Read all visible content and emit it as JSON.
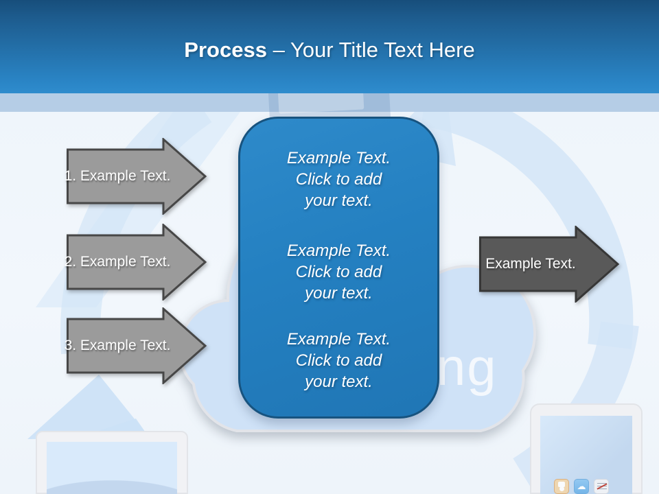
{
  "header": {
    "title_bold": "Process",
    "title_separator": "–",
    "title_rest": "Your Title Text Here"
  },
  "left_arrows": [
    {
      "label": "1. Example Text."
    },
    {
      "label": "2. Example Text."
    },
    {
      "label": "3. Example Text."
    }
  ],
  "right_arrow": {
    "label": "Example Text."
  },
  "center_box": {
    "groups": [
      {
        "lines": [
          "Example Text.",
          "Click  to add",
          "your text."
        ]
      },
      {
        "lines": [
          "Example Text.",
          "Click  to add",
          "your text."
        ]
      },
      {
        "lines": [
          "Example Text.",
          "Click  to add",
          "your text."
        ]
      }
    ]
  },
  "background": {
    "cloud_text_fragment": "ng",
    "weather_icon_glyph": "☁",
    "tablet_app_icons": [
      "music-player-icon",
      "weather-icon",
      "notes-icon"
    ],
    "decor_elements": [
      "cloud",
      "cycle-arrows",
      "monitor",
      "tablet",
      "phone-ghost"
    ]
  },
  "colors": {
    "header_gradient_top": "#174e7b",
    "header_gradient_bottom": "#2f8ccd",
    "sub_band": "#b5cde6",
    "content_background": "#eff5fb",
    "box_fill": "#2480c1",
    "box_border": "#17537f",
    "left_arrow_fill": "#9b9b9b",
    "left_arrow_border": "#474747",
    "right_arrow_fill": "#595959",
    "right_arrow_border": "#373737",
    "cloud_fill": "#cfe2f7",
    "decor_arrow_fill": "#d3e5f7",
    "text_color": "#ffffff"
  }
}
